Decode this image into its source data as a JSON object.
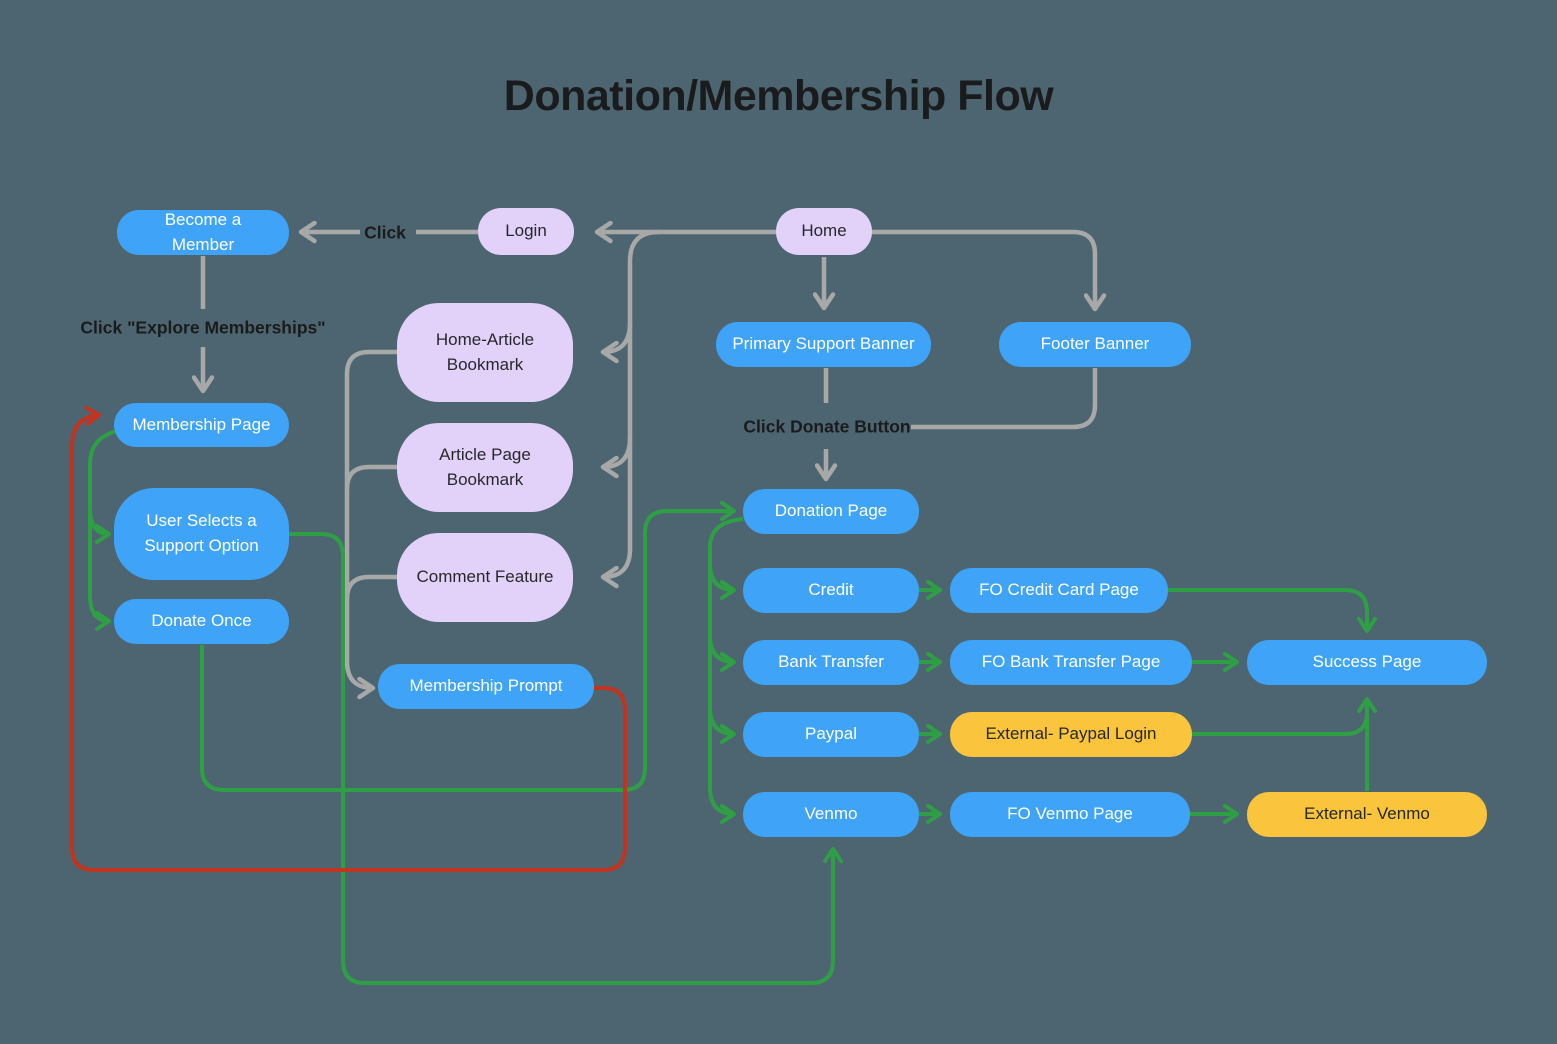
{
  "title": "Donation/Membership Flow",
  "colors": {
    "background": "#4d6571",
    "blue": "#3fa4f8",
    "purple": "#e2d1f9",
    "yellow": "#fbc43d",
    "green": "#2f9f45",
    "red": "#c1341f",
    "gray": "#a8a8a8",
    "title_text": "#1a1b1d",
    "dark_text": "#26282c",
    "light_text": "#ffffff"
  },
  "nodes": [
    {
      "id": "become-member",
      "label": "Become a Member",
      "color": "blue"
    },
    {
      "id": "login",
      "label": "Login",
      "color": "purple"
    },
    {
      "id": "home",
      "label": "Home",
      "color": "purple"
    },
    {
      "id": "home-article-bookmark",
      "label": "Home-Article Bookmark",
      "color": "purple"
    },
    {
      "id": "article-page-bookmark",
      "label": "Article Page Bookmark",
      "color": "purple"
    },
    {
      "id": "comment-feature",
      "label": "Comment Feature",
      "color": "purple"
    },
    {
      "id": "membership-page",
      "label": "Membership Page",
      "color": "blue"
    },
    {
      "id": "user-selects-support",
      "label": "User Selects a Support Option",
      "color": "blue"
    },
    {
      "id": "donate-once",
      "label": "Donate Once",
      "color": "blue"
    },
    {
      "id": "membership-prompt",
      "label": "Membership Prompt",
      "color": "blue"
    },
    {
      "id": "primary-support-banner",
      "label": "Primary Support Banner",
      "color": "blue"
    },
    {
      "id": "footer-banner",
      "label": "Footer Banner",
      "color": "blue"
    },
    {
      "id": "donation-page",
      "label": "Donation Page",
      "color": "blue"
    },
    {
      "id": "credit",
      "label": "Credit",
      "color": "blue"
    },
    {
      "id": "bank-transfer",
      "label": "Bank Transfer",
      "color": "blue"
    },
    {
      "id": "paypal",
      "label": "Paypal",
      "color": "blue"
    },
    {
      "id": "venmo",
      "label": "Venmo",
      "color": "blue"
    },
    {
      "id": "fo-credit-card-page",
      "label": "FO Credit Card Page",
      "color": "blue"
    },
    {
      "id": "fo-bank-transfer-page",
      "label": "FO Bank Transfer Page",
      "color": "blue"
    },
    {
      "id": "success-page",
      "label": "Success Page",
      "color": "blue"
    },
    {
      "id": "external-paypal-login",
      "label": "External- Paypal Login",
      "color": "yellow"
    },
    {
      "id": "fo-venmo-page",
      "label": "FO Venmo Page",
      "color": "blue"
    },
    {
      "id": "external-venmo",
      "label": "External- Venmo",
      "color": "yellow"
    }
  ],
  "edge_labels": [
    {
      "id": "click",
      "text": "Click"
    },
    {
      "id": "explore",
      "text": "Click \"Explore Memberships\""
    },
    {
      "id": "donate-button",
      "text": "Click Donate Button"
    }
  ],
  "edges": [
    {
      "from": "home",
      "to": "login",
      "color": "gray"
    },
    {
      "from": "login",
      "to": "become-member",
      "color": "gray",
      "label": "click"
    },
    {
      "from": "become-member",
      "to": "membership-page",
      "color": "gray",
      "label": "explore"
    },
    {
      "from": "home",
      "to": "primary-support-banner",
      "color": "gray"
    },
    {
      "from": "home",
      "to": "footer-banner",
      "color": "gray"
    },
    {
      "from": "primary-support-banner",
      "to": "donation-page",
      "color": "gray",
      "label": "donate-button"
    },
    {
      "from": "footer-banner",
      "to": "donation-page",
      "color": "gray",
      "label": "donate-button"
    },
    {
      "from": "home",
      "to": "home-article-bookmark",
      "color": "gray"
    },
    {
      "from": "home",
      "to": "article-page-bookmark",
      "color": "gray"
    },
    {
      "from": "home",
      "to": "comment-feature",
      "color": "gray"
    },
    {
      "from": "home-article-bookmark",
      "to": "membership-prompt",
      "color": "gray"
    },
    {
      "from": "article-page-bookmark",
      "to": "membership-prompt",
      "color": "gray"
    },
    {
      "from": "comment-feature",
      "to": "membership-prompt",
      "color": "gray"
    },
    {
      "from": "membership-page",
      "to": "user-selects-support",
      "color": "green"
    },
    {
      "from": "membership-page",
      "to": "donate-once",
      "color": "green"
    },
    {
      "from": "donate-once",
      "to": "donation-page",
      "color": "green"
    },
    {
      "from": "user-selects-support",
      "to": "venmo",
      "color": "green"
    },
    {
      "from": "donation-page",
      "to": "credit",
      "color": "green"
    },
    {
      "from": "donation-page",
      "to": "bank-transfer",
      "color": "green"
    },
    {
      "from": "donation-page",
      "to": "paypal",
      "color": "green"
    },
    {
      "from": "donation-page",
      "to": "venmo",
      "color": "green"
    },
    {
      "from": "credit",
      "to": "fo-credit-card-page",
      "color": "green"
    },
    {
      "from": "bank-transfer",
      "to": "fo-bank-transfer-page",
      "color": "green"
    },
    {
      "from": "paypal",
      "to": "external-paypal-login",
      "color": "green"
    },
    {
      "from": "venmo",
      "to": "fo-venmo-page",
      "color": "green"
    },
    {
      "from": "fo-credit-card-page",
      "to": "success-page",
      "color": "green"
    },
    {
      "from": "fo-bank-transfer-page",
      "to": "success-page",
      "color": "green"
    },
    {
      "from": "external-paypal-login",
      "to": "success-page",
      "color": "green"
    },
    {
      "from": "fo-venmo-page",
      "to": "external-venmo",
      "color": "green"
    },
    {
      "from": "external-venmo",
      "to": "success-page",
      "color": "green"
    },
    {
      "from": "membership-prompt",
      "to": "membership-page",
      "color": "red"
    }
  ]
}
